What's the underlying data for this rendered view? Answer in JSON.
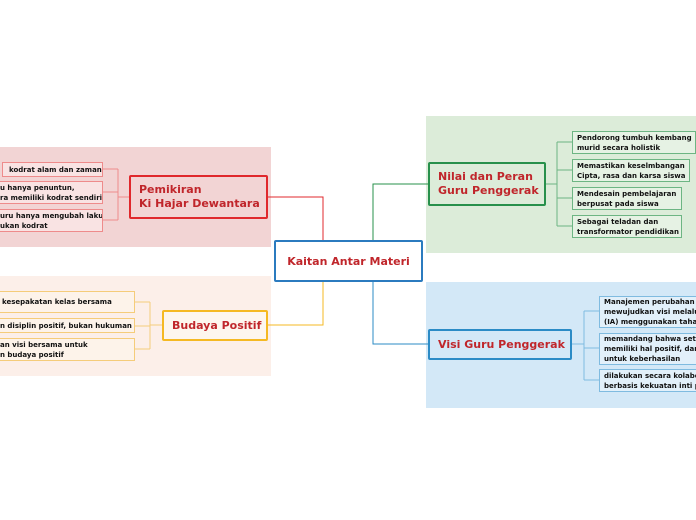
{
  "center": {
    "label": "Kaitan Antar Materi"
  },
  "colors": {
    "pink_bg": "#f2d4d4",
    "pink_line": "#e0282c",
    "peach_bg": "#fcefe9",
    "yellow_line": "#f5b923",
    "green_bg": "#dcecd9",
    "green_line": "#27904b",
    "blue_bg": "#d3e8f7",
    "blue_line": "#2b8bc6",
    "title_red": "#c0262b"
  },
  "branches": {
    "pemikiran": {
      "title_lines": [
        "Pemikiran",
        "Ki Hajar Dewantara"
      ],
      "items": [
        {
          "lines": [
            "kodrat alam dan zaman"
          ]
        },
        {
          "lines": [
            "u hanya penuntun,",
            "ra memiliki kodrat sendiri"
          ]
        },
        {
          "lines": [
            "uru hanya mengubah laku",
            "ukan kodrat"
          ]
        }
      ]
    },
    "budaya": {
      "title_lines": [
        "Budaya Positif"
      ],
      "items": [
        {
          "lines": [
            "kesepakatan kelas bersama"
          ]
        },
        {
          "lines": [
            "n disiplin positif, bukan hukuman"
          ]
        },
        {
          "lines": [
            "an visi bersama untuk",
            "n budaya positif"
          ]
        }
      ]
    },
    "nilai": {
      "title_lines": [
        "Nilai dan Peran",
        "Guru Penggerak"
      ],
      "items": [
        {
          "lines": [
            "Pendorong tumbuh kembang",
            "murid secara holistik"
          ]
        },
        {
          "lines": [
            "Memastikan keselmbangan",
            "Cipta, rasa dan karsa siswa"
          ]
        },
        {
          "lines": [
            "Mendesain pembelajaran",
            "berpusat pada siswa"
          ]
        },
        {
          "lines": [
            "Sebagai teladan dan",
            "transformator pendidikan"
          ]
        }
      ]
    },
    "visi": {
      "title_lines": [
        "Visi Guru Penggerak"
      ],
      "items": [
        {
          "lines": [
            "Manajemen perubahan",
            "mewujudkan visi melalui",
            "(IA) menggunakan tahap"
          ]
        },
        {
          "lines": [
            "memandang bahwa setiap",
            "memiliki hal positif, dan",
            "untuk keberhasilan"
          ]
        },
        {
          "lines": [
            "dilakukan secara kolabor",
            "berbasis kekuatan inti p"
          ]
        }
      ]
    }
  }
}
